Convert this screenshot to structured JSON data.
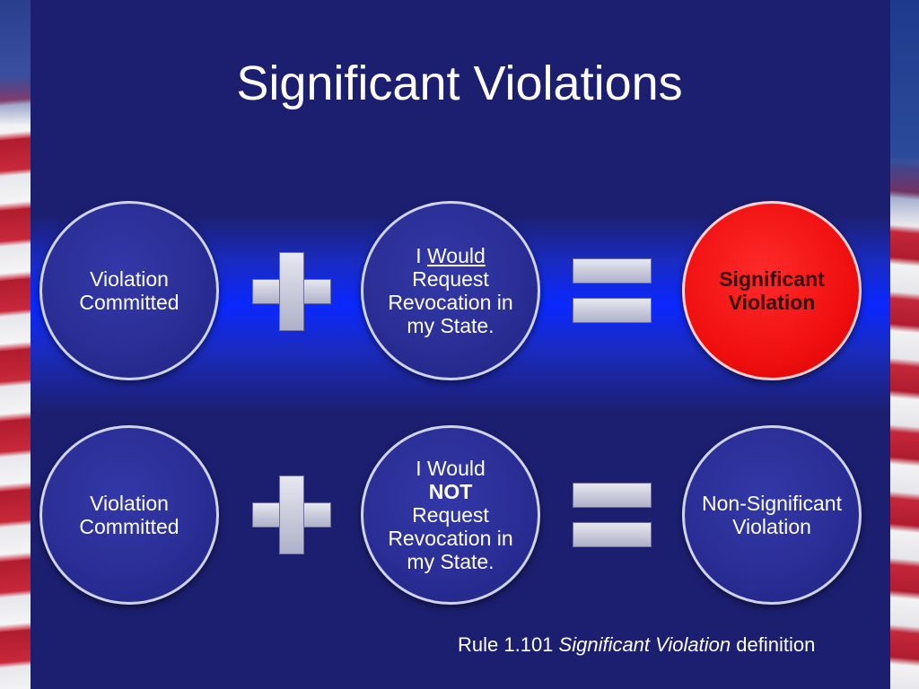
{
  "slide": {
    "title": "Significant Violations",
    "row1": {
      "left": "Violation Committed",
      "middle_prefix": "I ",
      "middle_emph": "Would",
      "middle_rest": "Request Revocation in my State.",
      "result": "Significant Violation",
      "result_color": "#ee0f0f"
    },
    "row2": {
      "left": "Violation Committed",
      "middle_prefix": "I Would",
      "middle_emph": "NOT",
      "middle_rest": "Request Revocation in my State.",
      "result": "Non-Significant Violation"
    },
    "footer": {
      "prefix": "Rule 1.101 ",
      "italic": "Significant Violation",
      "suffix": " definition"
    },
    "colors": {
      "background": "#1c1f70",
      "band": "#0b28ff",
      "circle": "#2a2e95"
    }
  }
}
